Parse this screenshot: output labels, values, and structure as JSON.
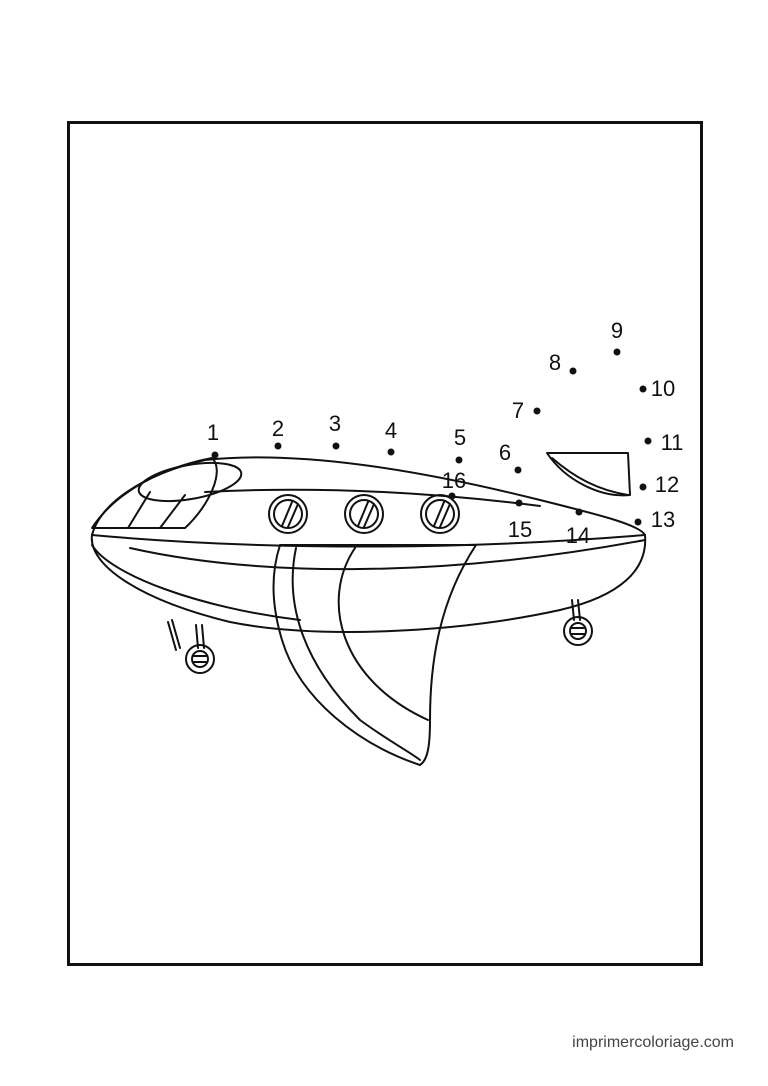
{
  "worksheet": {
    "ink_color": "#111111",
    "dots": [
      {
        "n": "1"
      },
      {
        "n": "2"
      },
      {
        "n": "3"
      },
      {
        "n": "4"
      },
      {
        "n": "5"
      },
      {
        "n": "6"
      },
      {
        "n": "7"
      },
      {
        "n": "8"
      },
      {
        "n": "9"
      },
      {
        "n": "10"
      },
      {
        "n": "11"
      },
      {
        "n": "12"
      },
      {
        "n": "13"
      },
      {
        "n": "14"
      },
      {
        "n": "15"
      },
      {
        "n": "16"
      }
    ]
  },
  "footer": {
    "site": "imprimercoloriage.com"
  }
}
